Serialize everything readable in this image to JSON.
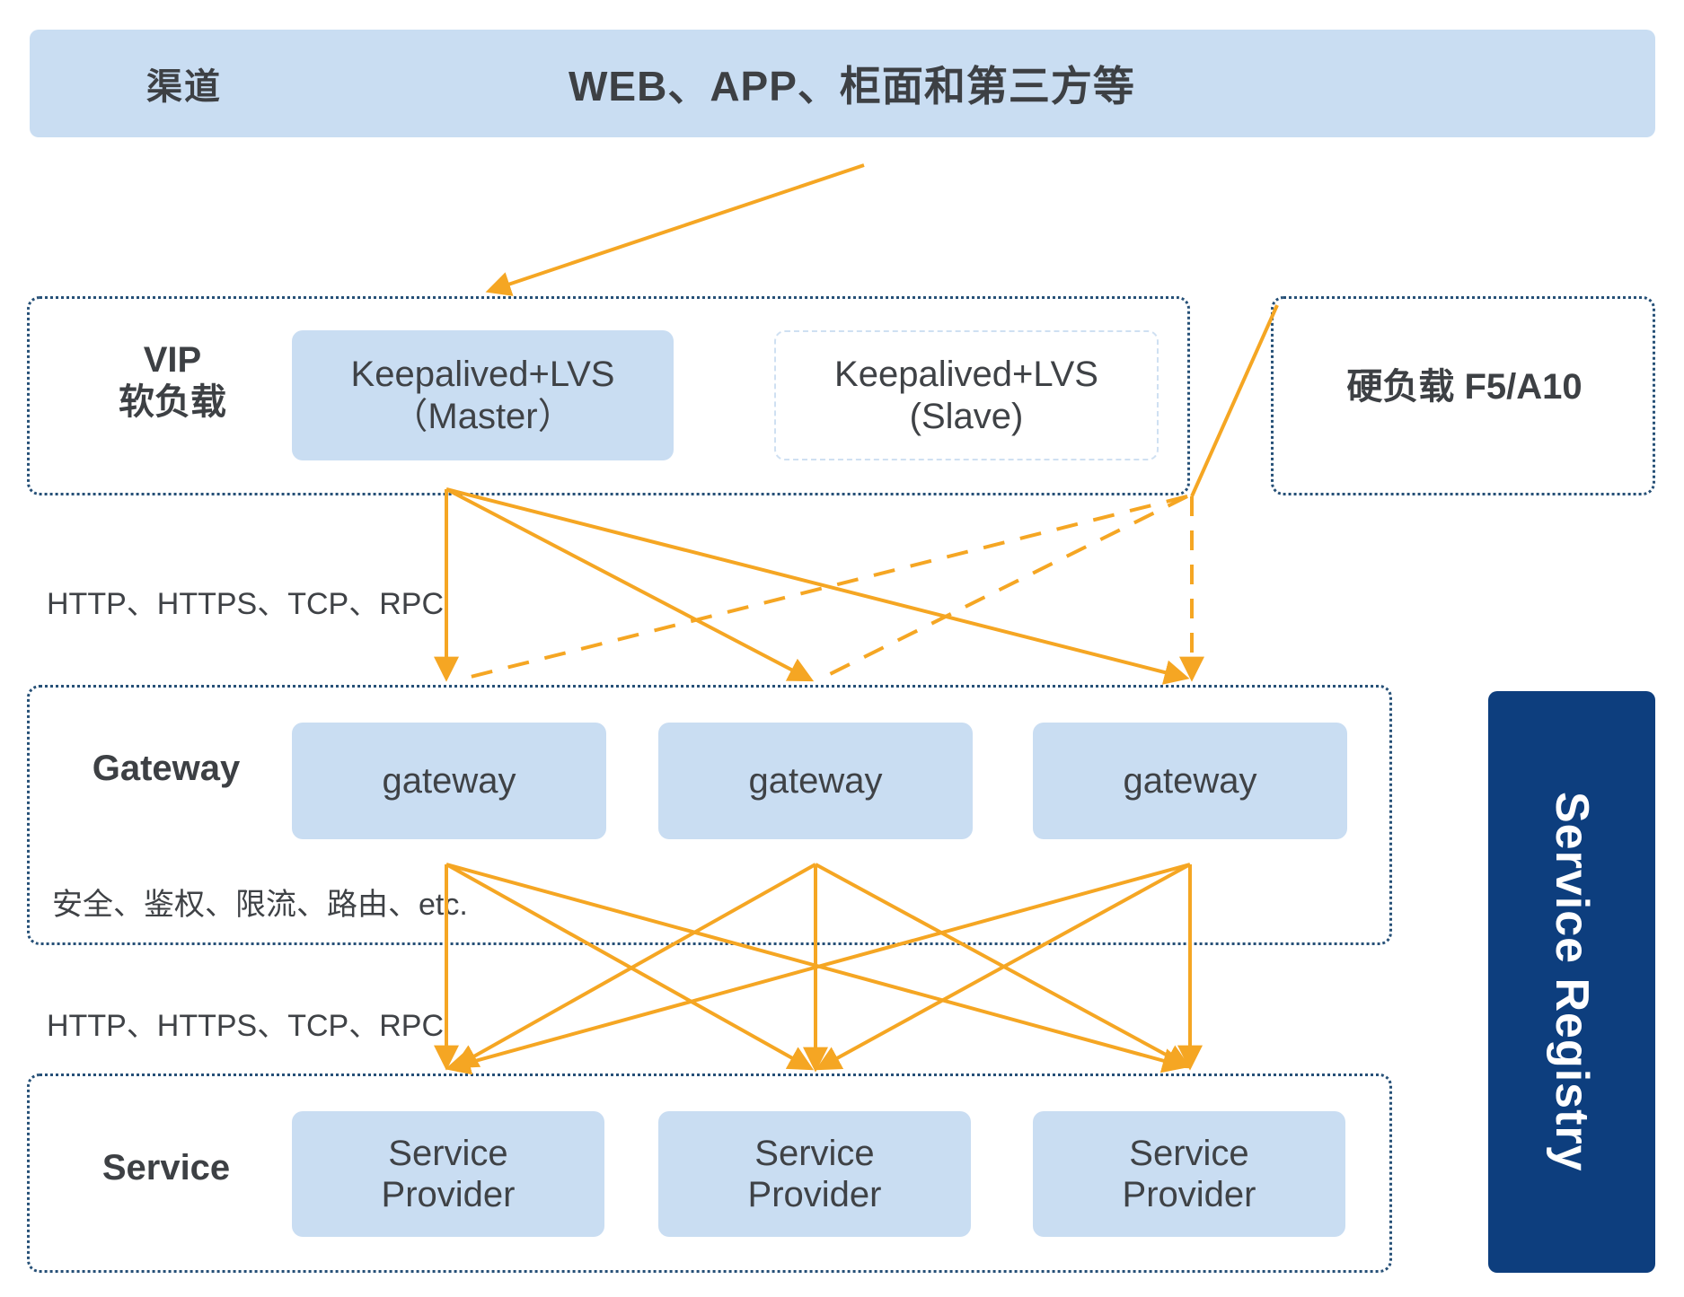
{
  "diagram": {
    "title_absent": true,
    "accent_color": "#f5a623",
    "box_fill": "#c9ddf2",
    "band_border": "#265077",
    "registry_color": "#0d3e7e",
    "text_color": "#3f4246"
  },
  "channel": {
    "label": "渠道",
    "title": "WEB、APP、柜面和第三方等"
  },
  "vip": {
    "label": "VIP\n软负载",
    "nodes": [
      {
        "name": "lvs-master",
        "text": "Keepalived+LVS\n（Master）",
        "style": "filled"
      },
      {
        "name": "lvs-slave",
        "text": "Keepalived+LVS\n(Slave)",
        "style": "ghost"
      }
    ]
  },
  "hardware_lb": {
    "label": "硬负载 F5/A10"
  },
  "gateway": {
    "label": "Gateway",
    "nodes": [
      {
        "name": "gateway-1",
        "text": "gateway"
      },
      {
        "name": "gateway-2",
        "text": "gateway"
      },
      {
        "name": "gateway-3",
        "text": "gateway"
      }
    ],
    "feature_caption": "安全、鉴权、限流、路由、etc."
  },
  "service": {
    "label": "Service",
    "nodes": [
      {
        "name": "service-provider-1",
        "text": "Service\nProvider"
      },
      {
        "name": "service-provider-2",
        "text": "Service\nProvider"
      },
      {
        "name": "service-provider-3",
        "text": "Service\nProvider"
      }
    ]
  },
  "protocol_captions": {
    "vip_to_gateway": "HTTP、HTTPS、TCP、RPC",
    "gateway_to_service": "HTTP、HTTPS、TCP、RPC"
  },
  "registry": {
    "label": "Service Registry"
  },
  "connections": {
    "channel_to_vip": {
      "style": "solid",
      "from": "channel-bar",
      "to": "vip-band"
    },
    "hardware_to_gateway": {
      "style": "solid",
      "from": "hardware-lb",
      "to": "gateway-3"
    },
    "vip_master_to_gateways": {
      "style": "solid",
      "count": 3
    },
    "vip_slave_to_gateways": {
      "style": "dashed",
      "count": 3
    },
    "gateway_to_service_mesh": {
      "style": "solid",
      "count": 9
    }
  }
}
